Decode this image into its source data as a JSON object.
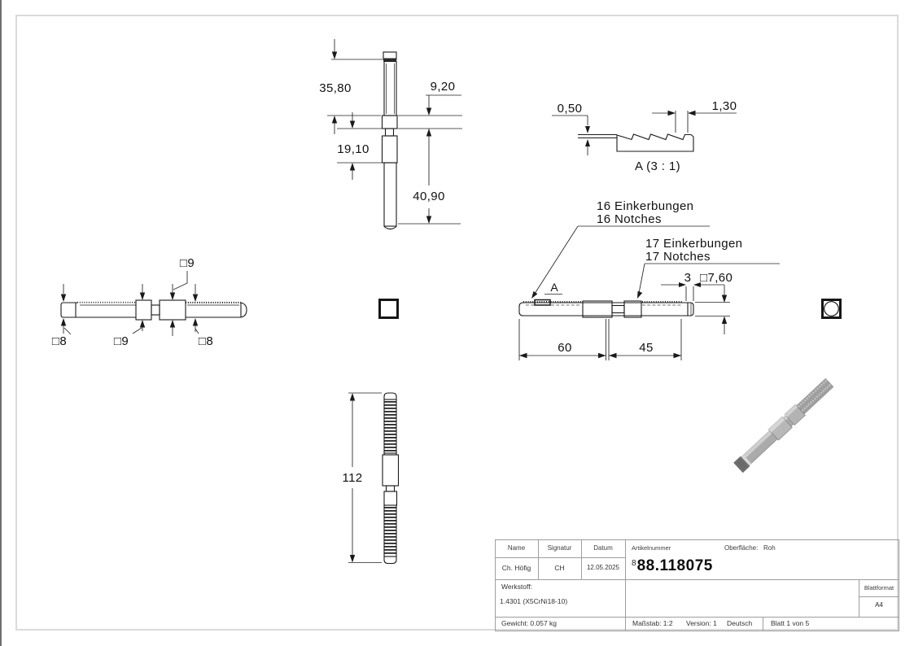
{
  "views": {
    "front": {
      "dim_35_80": "35,80",
      "dim_9_20": "9,20",
      "dim_19_10": "19,10",
      "dim_40_90": "40,90"
    },
    "detail": {
      "dim_0_50": "0,50",
      "dim_1_30": "1,30",
      "label": "A (3 : 1)"
    },
    "side": {
      "sq8_left": "□8",
      "sq9_bottom": "□9",
      "sq9_top": "□9",
      "sq8_right": "□8"
    },
    "plan": {
      "notches16_de": "16 Einkerbungen",
      "notches16_en": "16 Notches",
      "notches17_de": "17 Einkerbungen",
      "notches17_en": "17 Notches",
      "detail_marker": "A",
      "dim_3": "3",
      "dim_sq_7_60": "□7,60",
      "dim_60": "60",
      "dim_45": "45"
    },
    "length": {
      "dim_112": "112"
    }
  },
  "title_block": {
    "name_label": "Name",
    "signatur_label": "Signatur",
    "datum_label": "Datum",
    "artikelnummer_label": "Artikelnummer",
    "oberflaeche_label": "Oberfläche:",
    "oberflaeche_value": "Roh",
    "name_value": "Ch. Höfig",
    "signatur_value": "CH",
    "datum_value": "12.05.2025",
    "artikel_sup": "8",
    "artikel_nummer": "88.118075",
    "werkstoff_label": "Werkstoff:",
    "werkstoff_value": "1.4301 (X5CrNi18-10)",
    "gewicht": "Gewicht: 0.057 kg",
    "blattformat_label": "Blattformat",
    "blattformat_value": "A4",
    "massstab": "Maßstab: 1:2",
    "version": "Version: 1",
    "sprache": "Deutsch",
    "blatt": "Blatt 1 von 5"
  }
}
